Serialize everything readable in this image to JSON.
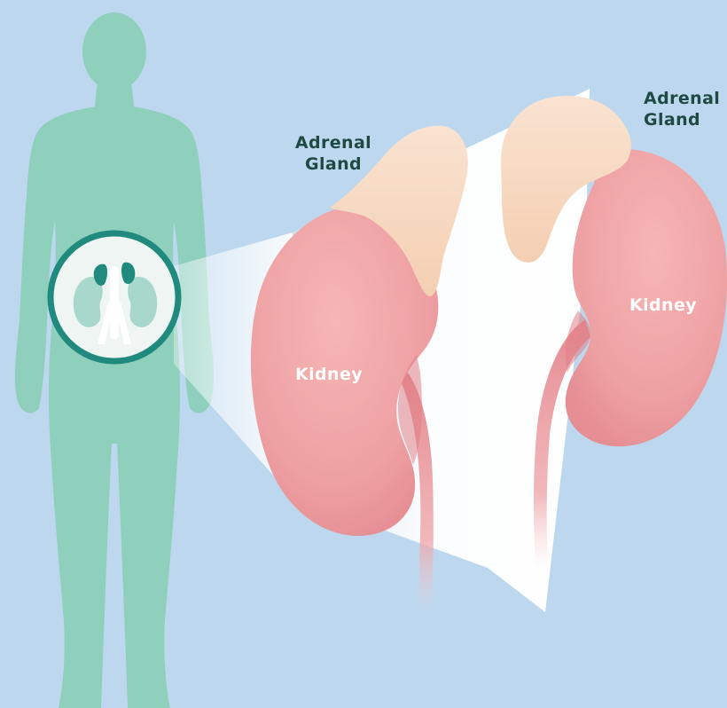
{
  "colors": {
    "background": "#bdd8ee",
    "body_silhouette": "#8fd0bd",
    "inset_ring": "#1f8a7d",
    "inset_fill": "#eef5f3",
    "inset_organ": "#a8d8cb",
    "inset_adrenal": "#1f8a7d",
    "kidney": "#efa3a3",
    "kidney_shadow": "#e07f86",
    "adrenal": "#f8d9c0",
    "label_dark": "#1f4a44",
    "label_light": "#ffffff"
  },
  "labels": {
    "adrenal_left": {
      "line1": "Adrenal",
      "line2": "Gland"
    },
    "adrenal_right": {
      "line1": "Adrenal",
      "line2": "Gland"
    },
    "kidney_left": "Kidney",
    "kidney_right": "Kidney"
  }
}
